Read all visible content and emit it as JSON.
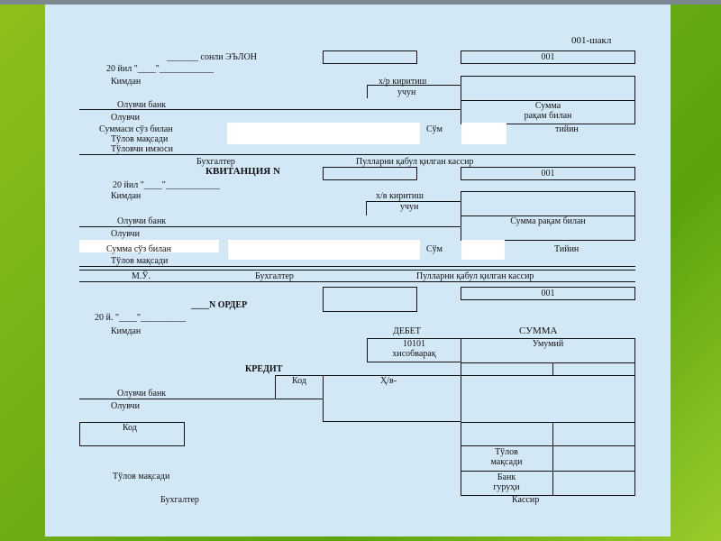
{
  "form_code": "001-шакл",
  "notice": {
    "title": "_______ сонли ЭЪЛОН",
    "number_box": "001",
    "date": "20 йил \"____\"____________",
    "from": "Кимдан",
    "debit_account": [
      "х/р киритиш",
      "учун"
    ],
    "payee_bank": "Олувчи банк",
    "payee": "Олувчи",
    "amount_in_figures": [
      "Сумма",
      "рақам билан"
    ],
    "amount_in_words": "Суммаси сўз билан",
    "sum_label": "Сўм",
    "tiyin_label": "тийин",
    "purpose": "Тўлов мақсади",
    "payer_signature": "Тўловчи имзоси",
    "accountant": "Бухгалтер",
    "cashier": "Пулларни қабул қилган кассир"
  },
  "receipt": {
    "title": "КВИТАНЦИЯ N",
    "number_box": "001",
    "date": "20 йил \"____\"____________",
    "from": "Кимдан",
    "debit_account": [
      "х/в киритиш",
      "учун"
    ],
    "payee_bank": "Олувчи банк",
    "amount_in_figures": "Сумма рақам билан",
    "payee": "Олувчи",
    "amount_in_words": "Сумма сўз билан",
    "sum_label": "Сўм",
    "tiyin_label": "Тийин",
    "purpose": "Тўлов мақсади",
    "seal": "М.Ў.",
    "accountant": "Бухгалтер",
    "cashier": "Пулларни қабул қилган кассир"
  },
  "order": {
    "number_box": "001",
    "title": "____N ОРДЕР",
    "date": "20 й. \"____\"__________",
    "from": "Кимдан",
    "debit": "ДЕБЕТ",
    "sum_header": "СУММА",
    "account_no": [
      "10101",
      "хисобварақ"
    ],
    "total": "Умумий",
    "credit": "КРЕДИТ",
    "code": "Код",
    "account_short": "Ҳ/в-",
    "payee_bank": "Олувчи банк",
    "payee": "Олувчи",
    "code_box": "Код",
    "payment_purpose_cell": [
      "Тўлов",
      "мақсади"
    ],
    "bank_group_cell": [
      "Банк",
      "гуруҳи"
    ],
    "purpose": "Тўлов мақсади",
    "accountant": "Бухгалтер",
    "cashier": "Кассир"
  }
}
